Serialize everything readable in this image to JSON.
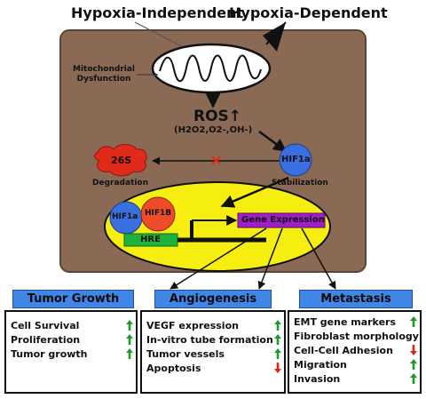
{
  "diagram": {
    "header_left": "Hypoxia-Independent",
    "header_right": "Hypoxia-Dependent",
    "mito_label_line1": "Mitochondrial",
    "mito_label_line2": "Dysfunction",
    "ros_label": "ROS↑",
    "ros_species": "(H2O2,O2-,OH-)",
    "proteasome_label": "26S",
    "degradation_label": "Degradation",
    "hif1a_label": "HIF1a",
    "stabilization_label": "Stabilization",
    "complex_hif1a": "HIF1a",
    "complex_hif1b": "HIF1B",
    "hre_label": "HRE",
    "gene_expression_label": "Gene Expression",
    "block_mark": "×"
  },
  "colors": {
    "panel_bg": "#8b6a55",
    "nucleus": "#f5ee10",
    "hif1a": "#3a6fe0",
    "hif1b": "#ee4b2b",
    "hre": "#1fb23a",
    "gene_expr": "#a01ec8",
    "degrade": "#e02a1a",
    "up_arrow": "#1d9a2c",
    "down_arrow": "#d42a1c",
    "title_box": "#3f86e6"
  },
  "outcomes": [
    {
      "title": "Tumor Growth",
      "items": [
        {
          "text": "Cell Survival",
          "dir": "up"
        },
        {
          "text": "Proliferation",
          "dir": "up"
        },
        {
          "text": "Tumor growth",
          "dir": "up"
        }
      ]
    },
    {
      "title": "Angiogenesis",
      "items": [
        {
          "text": "VEGF expression",
          "dir": "up"
        },
        {
          "text": "In-vitro tube formation",
          "dir": "up"
        },
        {
          "text": "Tumor vessels",
          "dir": "up"
        },
        {
          "text": "Apoptosis",
          "dir": "down"
        }
      ]
    },
    {
      "title": "Metastasis",
      "items": [
        {
          "text": "EMT gene markers",
          "dir": "up"
        },
        {
          "text": "Fibroblast morphology",
          "dir": "up"
        },
        {
          "text": "Cell-Cell Adhesion",
          "dir": "down"
        },
        {
          "text": "Migration",
          "dir": "up"
        },
        {
          "text": "Invasion",
          "dir": "up"
        }
      ]
    }
  ]
}
